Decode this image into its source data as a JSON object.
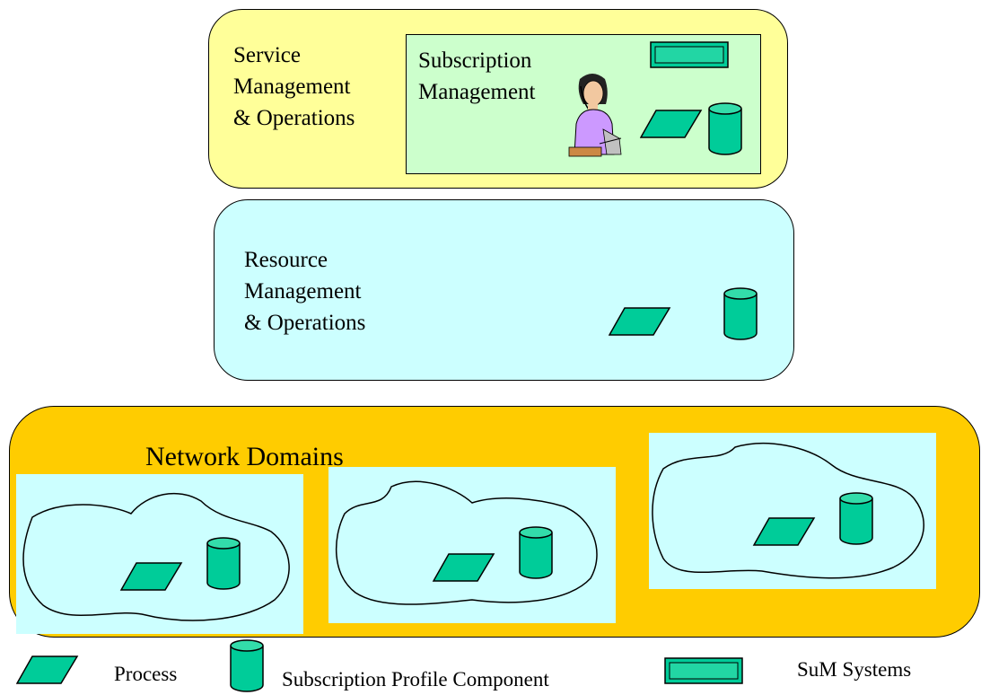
{
  "layers": {
    "service": {
      "label": "Service\nManagement\n& Operations"
    },
    "subscription": {
      "label": "Subscription\nManagement"
    },
    "resource": {
      "label": "Resource\nManagement\n& Operations"
    },
    "network": {
      "label": "Network Domains"
    }
  },
  "legend": {
    "process": "Process",
    "profile": "Subscription Profile Component",
    "systems": "SuM Systems"
  },
  "icons": {
    "process": "parallelogram-icon",
    "profile": "cylinder-icon",
    "systems": "rectangle-bar-icon",
    "operator": "operator-person-icon",
    "network": "cloud-outline-icon"
  },
  "colors": {
    "service_layer": "#ffff99",
    "subscription_box": "#ccffcc",
    "resource_layer": "#ccffff",
    "network_layer": "#ffcc00",
    "network_panel": "#ccffff",
    "component_fill": "#00cc99"
  }
}
